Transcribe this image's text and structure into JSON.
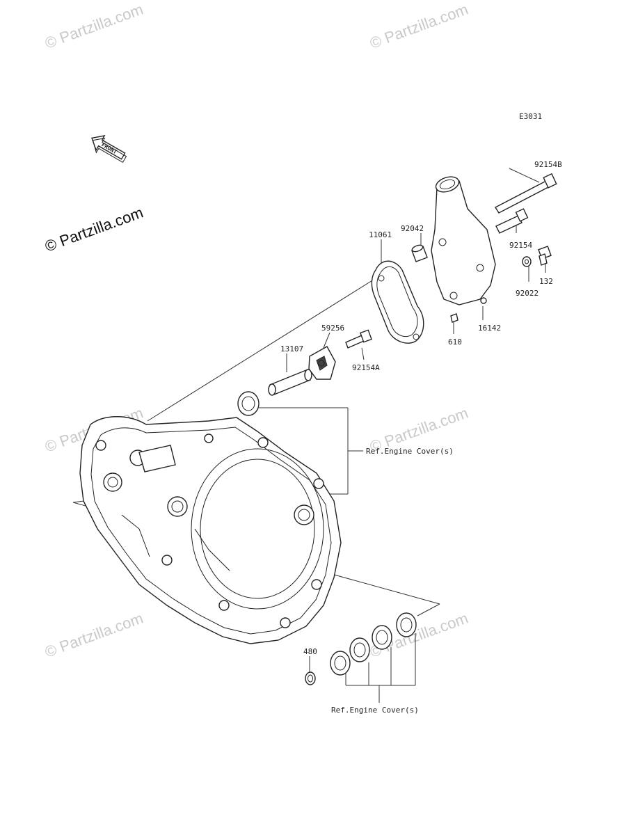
{
  "diagram": {
    "code": "E3031",
    "front_label": "FRONT",
    "watermark_main": "© Partzilla.com",
    "watermark_faint": "© Partzilla.com",
    "parts": {
      "p92154B": "92154B",
      "p92042": "92042",
      "p11061": "11061",
      "p92154": "92154",
      "p132": "132",
      "p92022": "92022",
      "p16142": "16142",
      "p610": "610",
      "p59256": "59256",
      "p92154A": "92154A",
      "p13107": "13107",
      "p480": "480"
    },
    "ref_upper": "Ref.Engine Cover(s)",
    "ref_lower": "Ref.Engine Cover(s)"
  }
}
